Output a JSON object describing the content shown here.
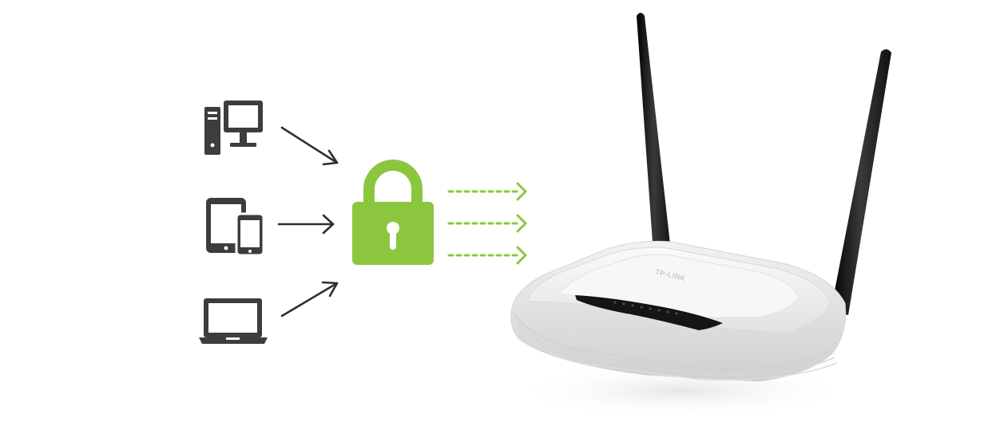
{
  "colors": {
    "icon_dark": "#3d3d3d",
    "lock_green": "#8cc63f",
    "arrow_dark": "#2e2e2e",
    "arrow_green": "#8cc63f",
    "router_white": "#f4f4f4",
    "antenna_black": "#1a1a1a"
  },
  "devices": [
    {
      "name": "desktop-computer",
      "icon": "desktop-tower-monitor-icon"
    },
    {
      "name": "tablet-and-phone",
      "icon": "tablet-phone-icon"
    },
    {
      "name": "laptop",
      "icon": "laptop-icon"
    }
  ],
  "lock": {
    "icon": "padlock-icon"
  },
  "router": {
    "brand": "TP-LINK",
    "icon": "wifi-router-icon"
  }
}
